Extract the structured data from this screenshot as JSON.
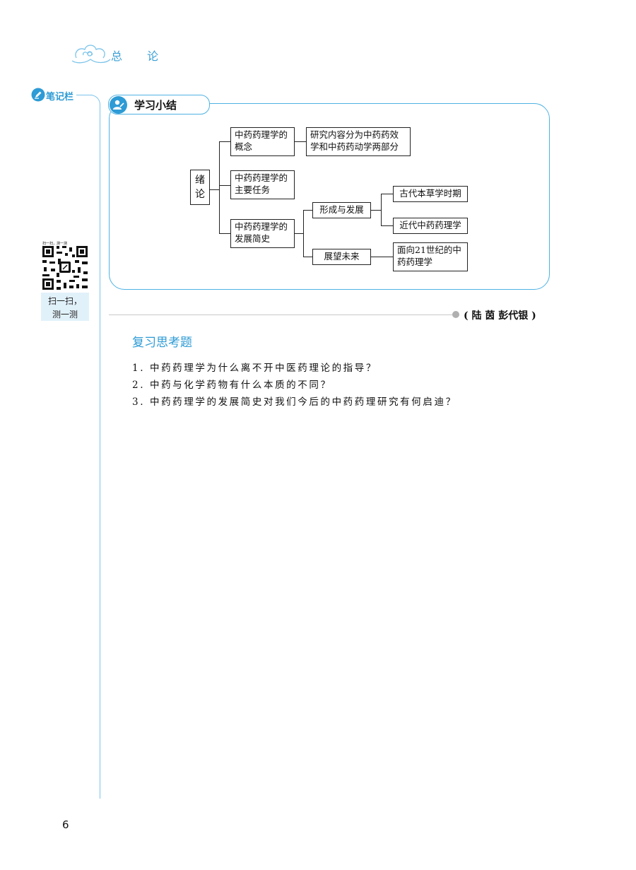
{
  "header": {
    "title": "总 论"
  },
  "sidebar": {
    "note_label": "笔记栏",
    "qr_top_text": "扫一扫，测一测",
    "qr_caption_line1": "扫一扫，",
    "qr_caption_line2": "测一测"
  },
  "summary": {
    "title": "学习小结",
    "root": "绪\n论",
    "concept": "中药药理学的\n概念",
    "concept_detail": "研究内容分为中药药效\n学和中药药动学两部分",
    "task": "中药药理学的\n主要任务",
    "history": "中药药理学的\n发展简史",
    "formation": "形成与发展",
    "ancient": "古代本草学时期",
    "modern": "近代中药药理学",
    "outlook": "展望未来",
    "future": "面向21世纪的中\n药药理学"
  },
  "authors": "( 陆 茵   彭代银 )",
  "review": {
    "title": "复习思考题",
    "questions": [
      "1. 中药药理学为什么离不开中医药理论的指导？",
      "2. 中药与化学药物有什么本质的不同？",
      "3. 中药药理学的发展简史对我们今后的中药药理研究有何启迪？"
    ]
  },
  "page_number": "6"
}
